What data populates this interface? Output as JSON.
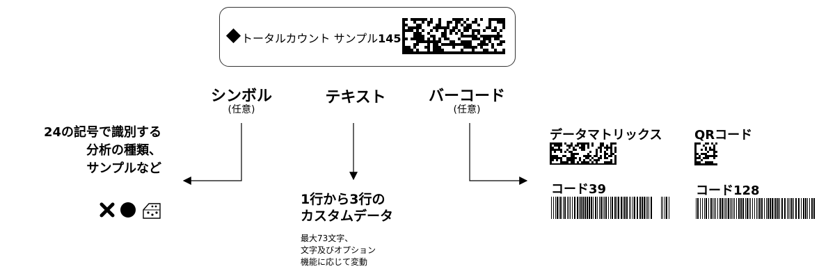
{
  "label": {
    "text": "トータルカウント サンプル",
    "count": "145"
  },
  "symbol": {
    "heading": "シンボル",
    "sub": "(任意)"
  },
  "text_col": {
    "heading": "テキスト"
  },
  "barcode": {
    "heading": "バーコード",
    "sub": "(任意)"
  },
  "symbol_desc": {
    "line1": "24の記号で識別する",
    "line2": "分析の種類、",
    "line3": "サンプルなど"
  },
  "symbol_icons": [
    "x-mark-icon",
    "filled-circle-icon",
    "dice-icon"
  ],
  "text_desc": {
    "line1": "1行から3行の",
    "line2": "カスタムデータ",
    "note1": "最大73文字、",
    "note2": "文字及びオプション",
    "note3": "機能に応じて変動"
  },
  "codes": {
    "datamatrix": "データマトリックス",
    "qr": "QRコード",
    "code39": "コード39",
    "code128": "コード128"
  }
}
